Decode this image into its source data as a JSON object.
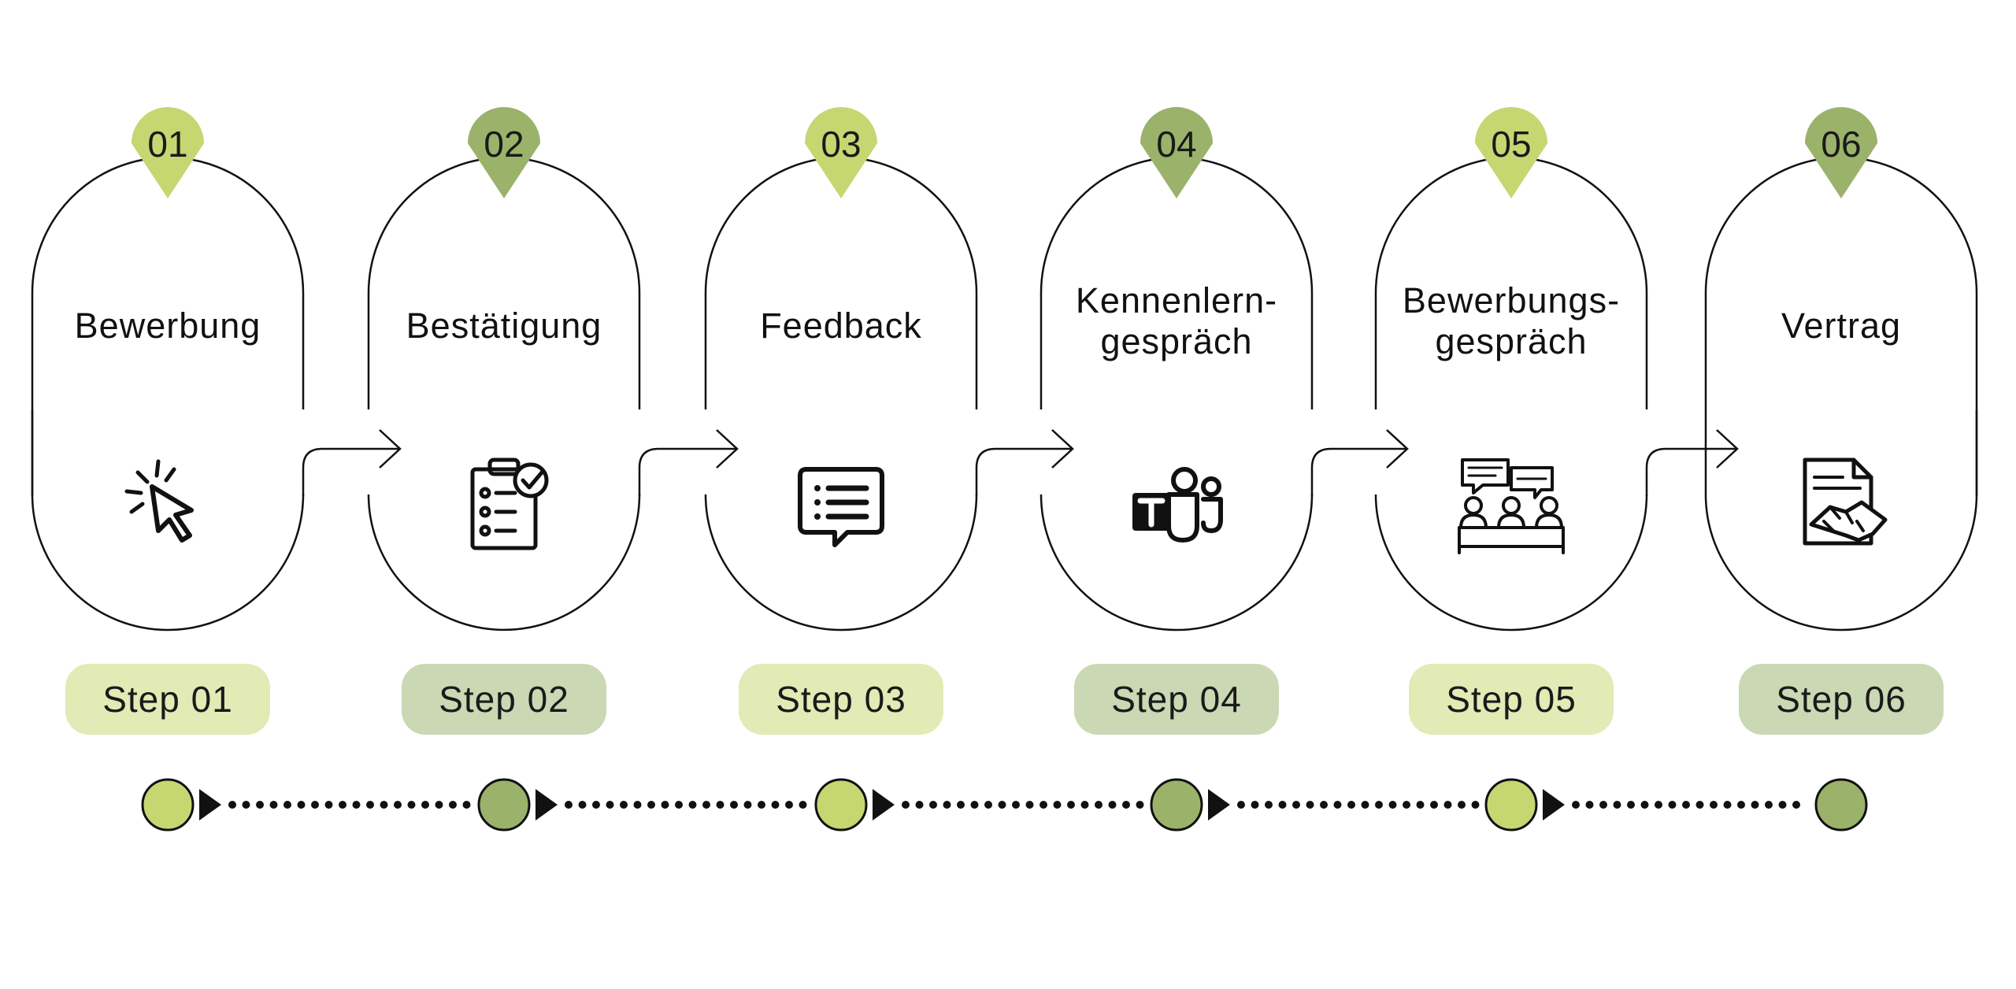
{
  "colors": {
    "light": "#c6d772",
    "dark": "#9bb26a",
    "pill_light": "#e2eab5",
    "pill_dark": "#cad8b3",
    "line": "#111111"
  },
  "steps": [
    {
      "number": "01",
      "title": "Bewerbung",
      "step_label": "Step 01",
      "icon": "cursor-click-icon",
      "tone": "light"
    },
    {
      "number": "02",
      "title": "Bestätigung",
      "step_label": "Step 02",
      "icon": "clipboard-check-icon",
      "tone": "dark"
    },
    {
      "number": "03",
      "title": "Feedback",
      "step_label": "Step 03",
      "icon": "chat-list-icon",
      "tone": "light"
    },
    {
      "number": "04",
      "title": "Kennenlern-\ngespräch",
      "step_label": "Step 04",
      "icon": "teams-icon",
      "tone": "dark"
    },
    {
      "number": "05",
      "title": "Bewerbungs-\ngespräch",
      "step_label": "Step 05",
      "icon": "meeting-icon",
      "tone": "light"
    },
    {
      "number": "06",
      "title": "Vertrag",
      "step_label": "Step 06",
      "icon": "contract-handshake-icon",
      "tone": "dark"
    }
  ]
}
